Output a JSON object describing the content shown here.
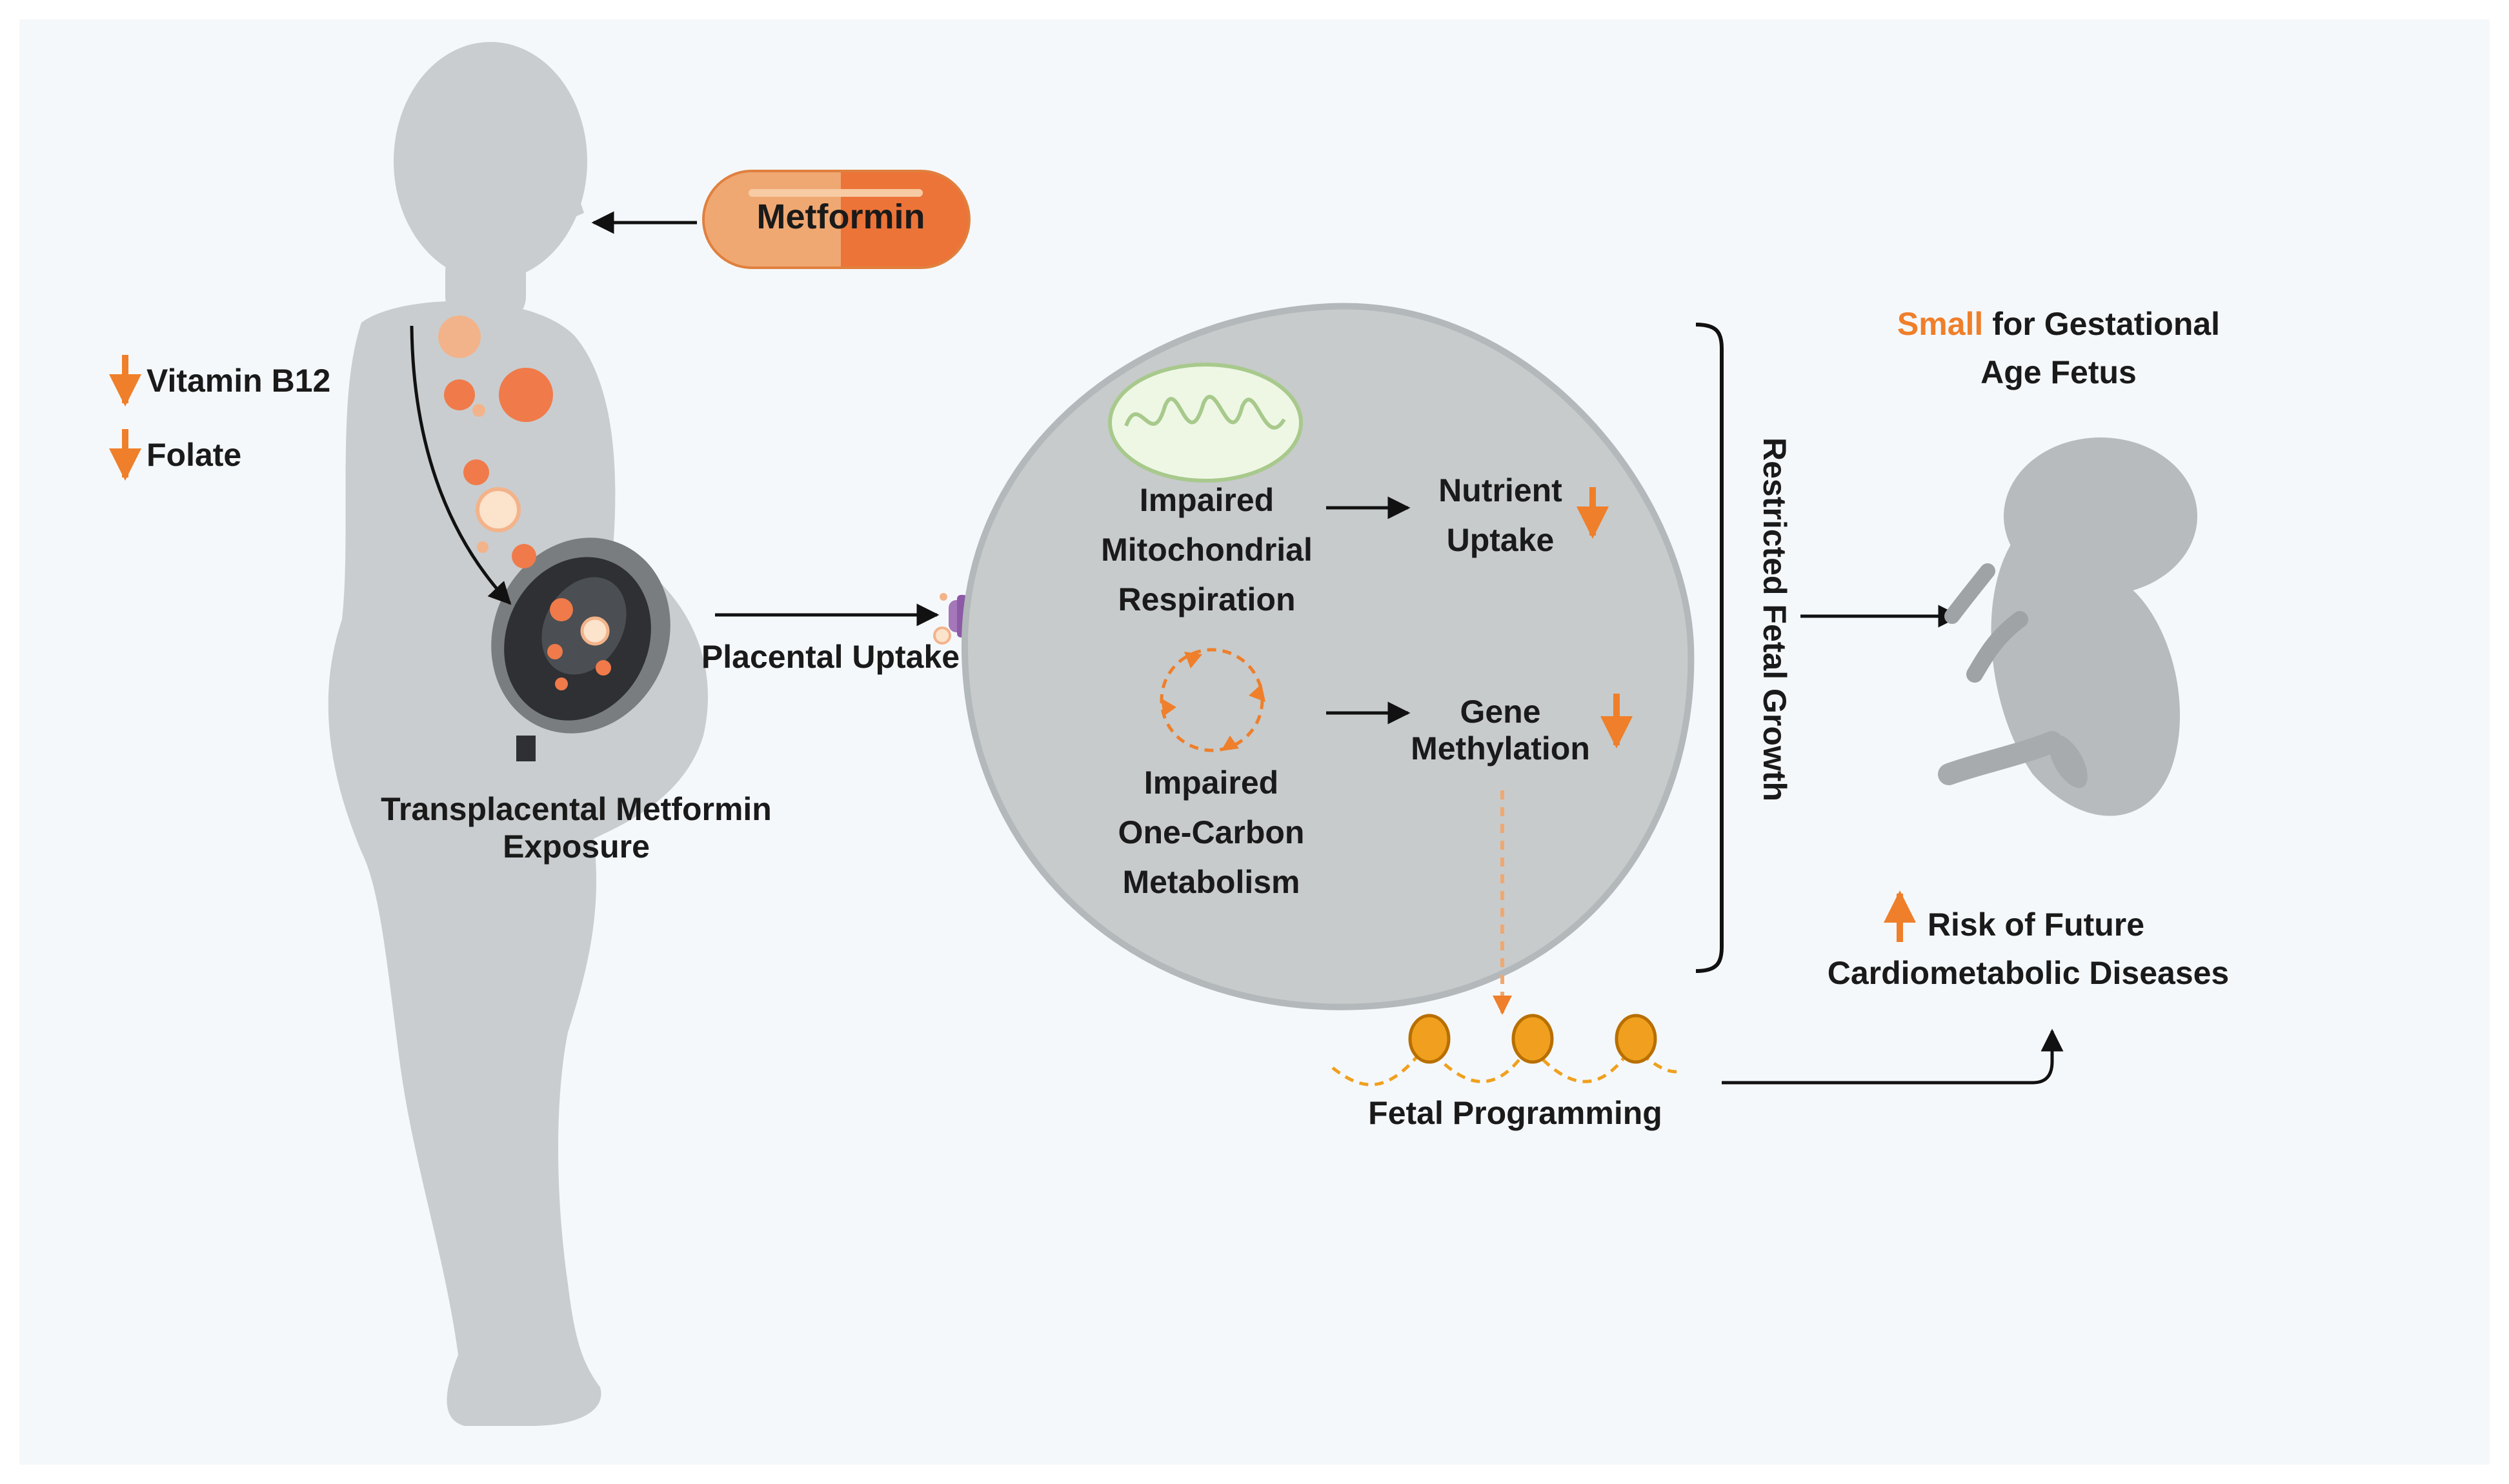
{
  "diagram": {
    "metformin_label": "Metformin",
    "vitamin_b12_label": "Vitamin B12",
    "folate_label": "Folate",
    "transplacental_line1": "Transplacental Metformin",
    "transplacental_line2": "Exposure",
    "placental_uptake_label": "Placental Uptake",
    "mito_line1": "Impaired",
    "mito_line2": "Mitochondrial",
    "mito_line3": "Respiration",
    "nutrient_line1": "Nutrient",
    "nutrient_line2": "Uptake",
    "onecarbon_line1": "Impaired",
    "onecarbon_line2": "One-Carbon",
    "onecarbon_line3": "Metabolism",
    "gene_line1": "Gene",
    "gene_line2": "Methylation",
    "restricted_label": "Restricted Fetal Growth",
    "sga_small": "Small",
    "sga_rest": " for Gestational",
    "sga_line2": "Age Fetus",
    "risk_line1": "Risk of Future",
    "risk_line2": "Cardiometabolic Diseases",
    "fetal_programming_label": "Fetal Programming"
  },
  "colors": {
    "background": "#f5f8fb",
    "silhouette": "#c9cdcf",
    "cell_fill": "#c7cbcc",
    "cell_border": "#b3b8ba",
    "accent_orange": "#ef7f2a",
    "pill_light": "#f0a872",
    "pill_dark": "#ec7438",
    "arrow": "#111111",
    "nucleosome": "#f0a01e"
  }
}
